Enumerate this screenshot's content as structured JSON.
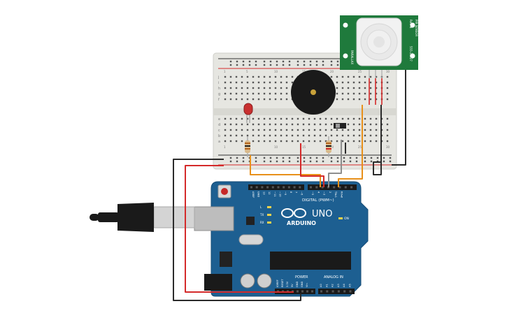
{
  "circuit": {
    "breadboard": {
      "columns": [
        "1",
        "5",
        "10",
        "15",
        "20",
        "25",
        "30"
      ],
      "rows_top": [
        "j",
        "i",
        "h",
        "g",
        "f"
      ],
      "rows_bottom": [
        "e",
        "d",
        "c",
        "b",
        "a"
      ]
    },
    "pir_sensor": {
      "label_top": "PIR SENSOR",
      "label_mid": "Rev. B",
      "label_left": "PARALLAX",
      "label_right": "555-28027"
    },
    "arduino": {
      "logo": "ARDUINO",
      "model": "UNO",
      "digital_label": "DIGITAL (PWM~)",
      "power_label": "POWER",
      "analog_label": "ANALOG IN",
      "on_label": "ON",
      "leds": [
        "L",
        "TX",
        "RX"
      ],
      "digital_pins": [
        "AREF",
        "GND",
        "13",
        "12",
        "~11",
        "~10",
        "~9",
        "8",
        "7",
        "~6",
        "~5",
        "4",
        "~3",
        "2",
        "TX▸1",
        "RX◂0"
      ],
      "power_pins": [
        "IOREF",
        "RESET",
        "3.3V",
        "5V",
        "GND",
        "GND",
        "Vin"
      ],
      "analog_pins": [
        "A0",
        "A1",
        "A2",
        "A3",
        "A4",
        "A5"
      ]
    },
    "colors": {
      "board_blue": "#1d5f91",
      "pir_green": "#1f7a3c",
      "breadboard": "#e7e7e2",
      "wire_red": "#d42a2a",
      "wire_black": "#2b2b2b",
      "wire_orange": "#e8901a",
      "wire_gray": "#8e8e8e"
    }
  }
}
